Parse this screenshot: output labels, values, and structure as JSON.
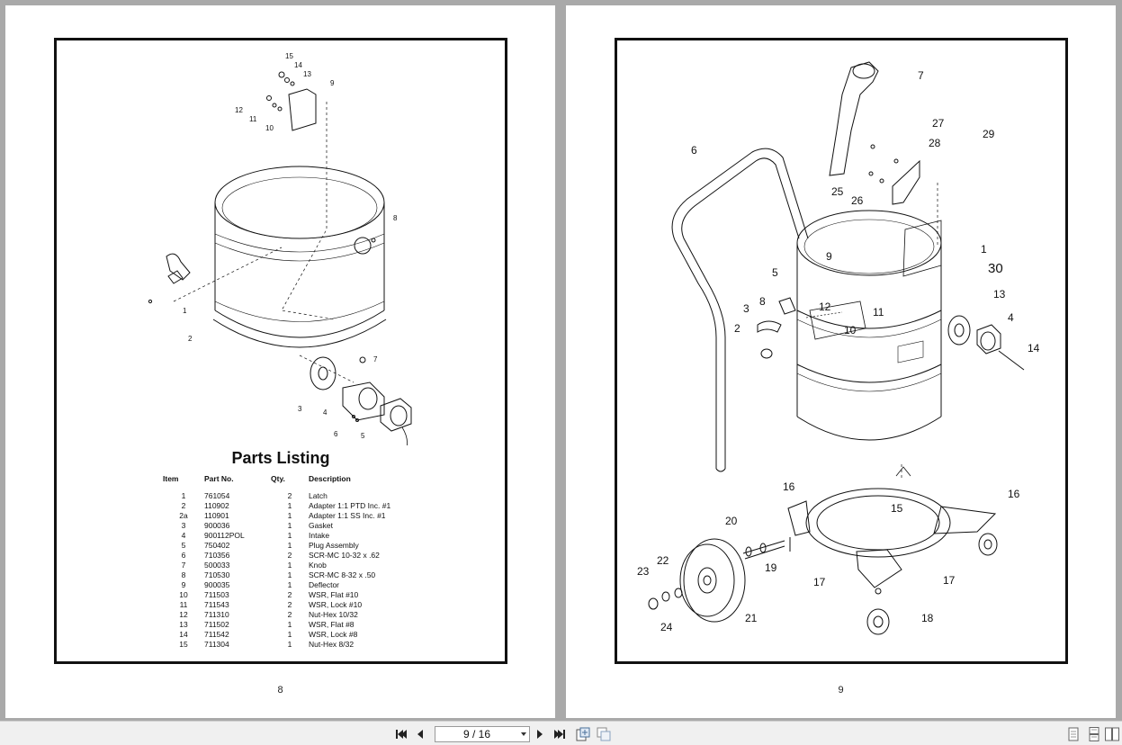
{
  "left_page": {
    "callouts": [
      "15",
      "14",
      "13",
      "9",
      "12",
      "11",
      "10",
      "8",
      "1",
      "2",
      "7",
      "3",
      "4",
      "6",
      "5"
    ],
    "parts_title": "Parts Listing",
    "table_headers": [
      "Item",
      "Part No.",
      "Qty.",
      "Description"
    ],
    "rows": [
      {
        "item": "1",
        "part": "761054",
        "qty": "2",
        "desc": "Latch"
      },
      {
        "item": "2",
        "part": "110902",
        "qty": "1",
        "desc": "Adapter 1:1 PTD Inc. #1"
      },
      {
        "item": "2a",
        "part": "110901",
        "qty": "1",
        "desc": "Adapter 1:1 SS Inc. #1"
      },
      {
        "item": "3",
        "part": "900036",
        "qty": "1",
        "desc": "Gasket"
      },
      {
        "item": "4",
        "part": "900112POL",
        "qty": "1",
        "desc": "Intake"
      },
      {
        "item": "5",
        "part": "750402",
        "qty": "1",
        "desc": "Plug Assembly"
      },
      {
        "item": "6",
        "part": "710356",
        "qty": "2",
        "desc": "SCR-MC 10-32 x .62"
      },
      {
        "item": "7",
        "part": "500033",
        "qty": "1",
        "desc": "Knob"
      },
      {
        "item": "8",
        "part": "710530",
        "qty": "1",
        "desc": "SCR-MC 8-32 x .50"
      },
      {
        "item": "9",
        "part": "900035",
        "qty": "1",
        "desc": "Deflector"
      },
      {
        "item": "10",
        "part": "711503",
        "qty": "2",
        "desc": "WSR, Flat #10"
      },
      {
        "item": "11",
        "part": "711543",
        "qty": "2",
        "desc": "WSR, Lock #10"
      },
      {
        "item": "12",
        "part": "711310",
        "qty": "2",
        "desc": "Nut-Hex 10/32"
      },
      {
        "item": "13",
        "part": "711502",
        "qty": "1",
        "desc": "WSR, Flat #8"
      },
      {
        "item": "14",
        "part": "711542",
        "qty": "1",
        "desc": "WSR, Lock #8"
      },
      {
        "item": "15",
        "part": "711304",
        "qty": "1",
        "desc": "Nut-Hex 8/32"
      }
    ],
    "page_number": "8"
  },
  "right_page": {
    "callouts": [
      "7",
      "27",
      "28",
      "29",
      "6",
      "25",
      "26",
      "1",
      "30",
      "9",
      "5",
      "13",
      "8",
      "12",
      "11",
      "3",
      "10",
      "4",
      "2",
      "14",
      "16",
      "16",
      "15",
      "20",
      "19",
      "22",
      "23",
      "17",
      "17",
      "21",
      "18",
      "24"
    ],
    "page_number": "9"
  },
  "toolbar": {
    "page_indicator": "9 / 16",
    "icons": [
      "first-page-icon",
      "prev-page-icon",
      "next-page-icon",
      "last-page-icon",
      "fit-page-icon",
      "fit-width-icon",
      "single-page-view-icon",
      "continuous-view-icon",
      "facing-view-icon"
    ]
  }
}
